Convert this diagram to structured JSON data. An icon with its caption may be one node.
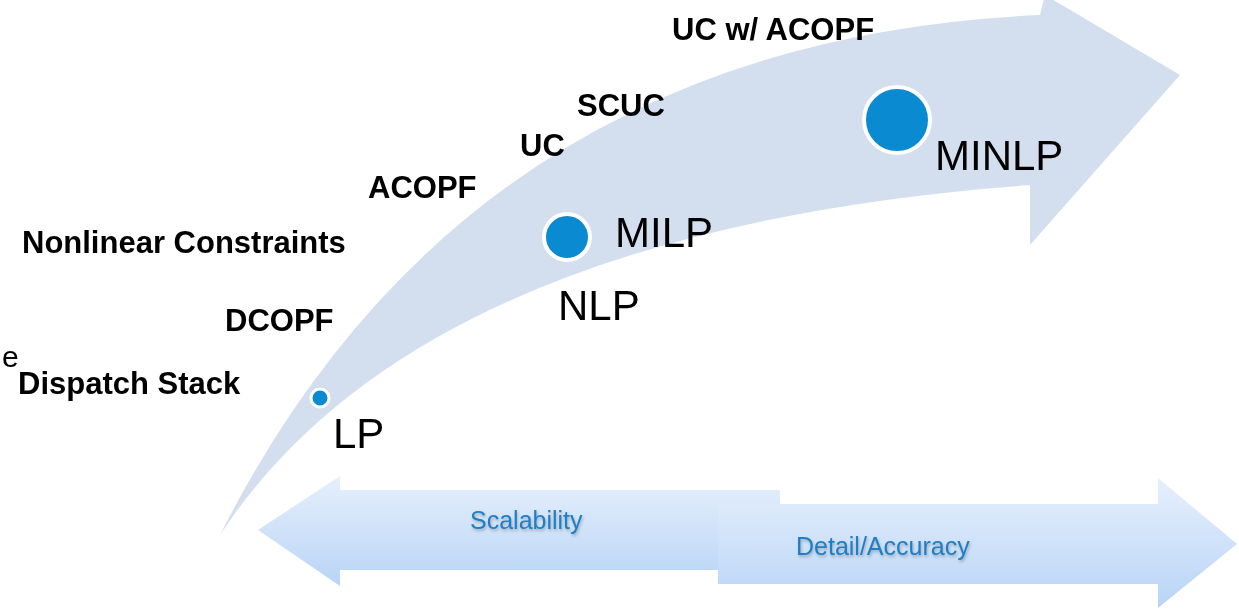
{
  "diagram": {
    "nodes": [
      {
        "text": [
          "Scalability"
        ]
      },
      {
        "text": [
          "Detail/Accuracy"
        ]
      }
    ],
    "labels": [
      "UC w/ ACOPF",
      "SCUC",
      "MINLP",
      "UC",
      "ACOPF",
      "MILP",
      "Nonlinear Constraints",
      "NLP",
      "DCOPF",
      "e",
      "Dispatch Stack",
      "LP"
    ]
  }
}
